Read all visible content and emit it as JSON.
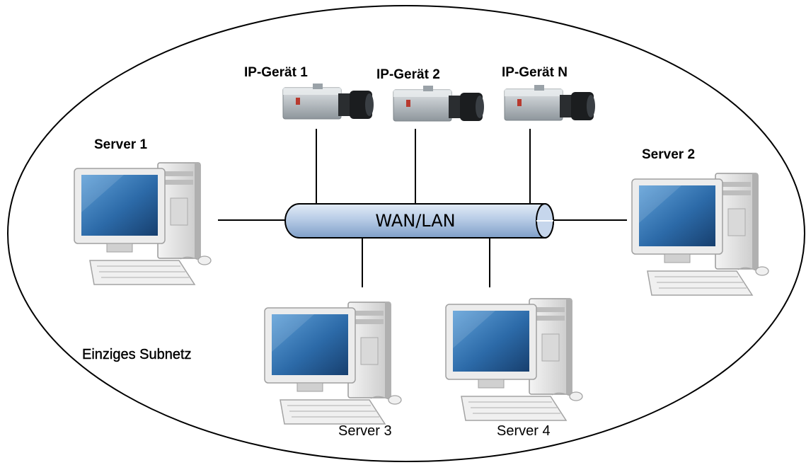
{
  "network": {
    "label": "WAN/LAN",
    "pipe_color": "#b8cce6"
  },
  "devices": [
    {
      "label": "IP-Gerät 1",
      "icon": "ip-camera-icon"
    },
    {
      "label": "IP-Gerät 2",
      "icon": "ip-camera-icon"
    },
    {
      "label": "IP-Gerät N",
      "icon": "ip-camera-icon"
    }
  ],
  "servers": [
    {
      "label": "Server 1",
      "icon": "desktop-computer-icon"
    },
    {
      "label": "Server 2",
      "icon": "desktop-computer-icon"
    },
    {
      "label": "Server 3",
      "icon": "desktop-computer-icon"
    },
    {
      "label": "Server 4",
      "icon": "desktop-computer-icon"
    }
  ],
  "subnet": {
    "label": "Einziges Subnetz"
  },
  "colors": {
    "line": "#000000",
    "screen": "#2c6aa8",
    "case": "#e6e6e6"
  }
}
